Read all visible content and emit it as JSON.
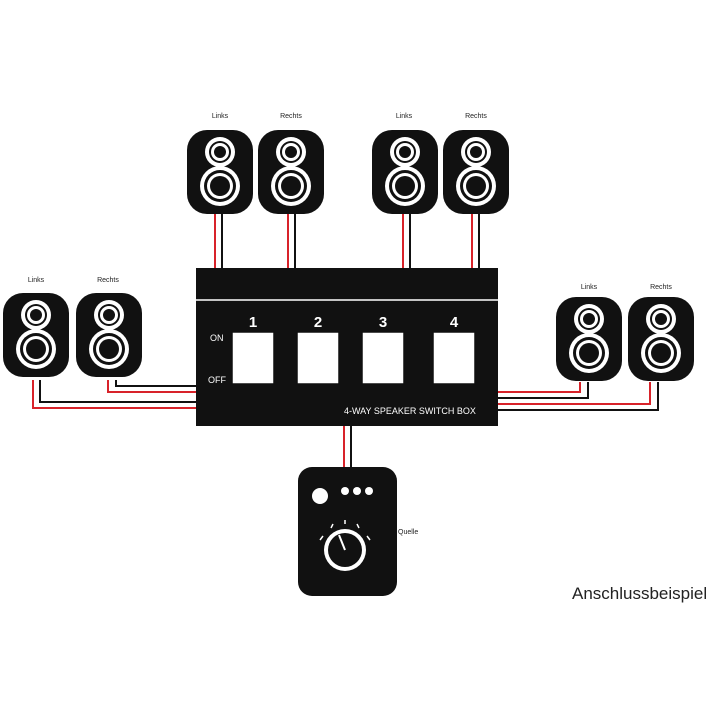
{
  "speaker_labels": {
    "left": "Links",
    "right": "Rechts"
  },
  "switch_box": {
    "title": "4-WAY SPEAKER SWITCH BOX",
    "on_label": "ON",
    "off_label": "OFF",
    "switches": [
      "1",
      "2",
      "3",
      "4"
    ]
  },
  "source": {
    "label": "Quelle"
  },
  "caption": "Anschlussbeispiel",
  "colors": {
    "body": "#111111",
    "wire_red": "#d8232a",
    "wire_black": "#111111",
    "background": "#ffffff"
  }
}
